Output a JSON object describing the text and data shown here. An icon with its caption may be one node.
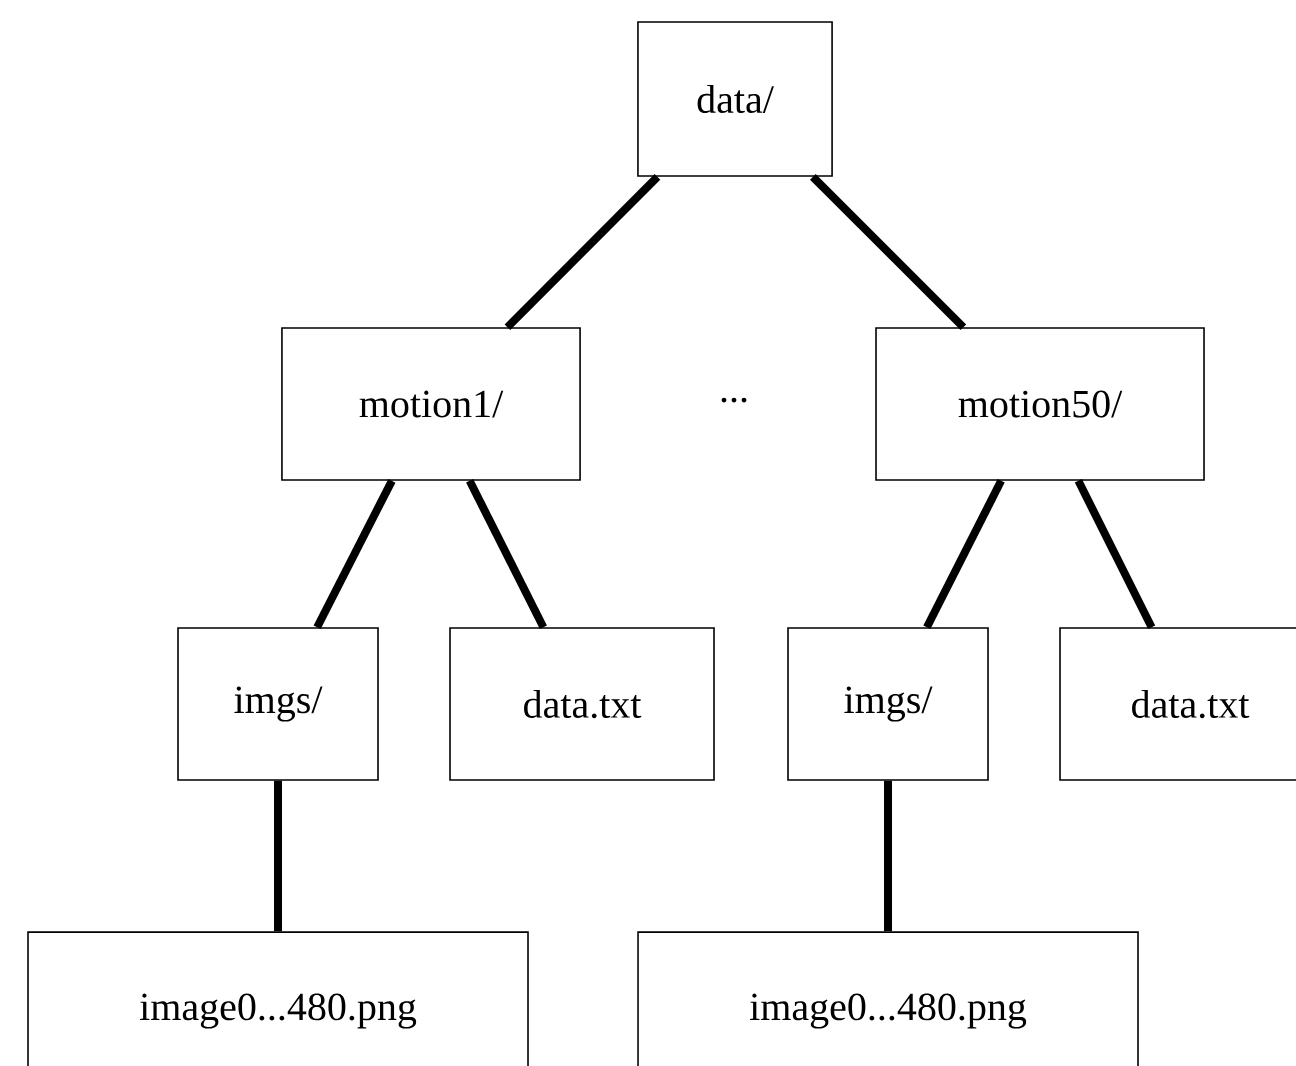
{
  "diagram": {
    "nodes": [
      {
        "text": [
          "data/"
        ]
      },
      {
        "text": [
          "motion1/"
        ]
      },
      {
        "text": [
          "motion50/"
        ]
      },
      {
        "text": [
          "imgs/"
        ]
      },
      {
        "text": [
          "data.txt"
        ]
      },
      {
        "text": [
          "imgs/"
        ]
      },
      {
        "text": [
          "data.txt"
        ]
      },
      {
        "text": [
          "image0...480.png"
        ]
      },
      {
        "text": [
          "image0...480.png"
        ]
      }
    ],
    "edges": [
      {
        "from": 0,
        "to": 1,
        "arrow": "none"
      },
      {
        "from": 0,
        "to": 2,
        "arrow": "none"
      },
      {
        "from": 1,
        "to": 3,
        "arrow": "none"
      },
      {
        "from": 1,
        "to": 4,
        "arrow": "none"
      },
      {
        "from": 2,
        "to": 5,
        "arrow": "none"
      },
      {
        "from": 2,
        "to": 6,
        "arrow": "none"
      },
      {
        "from": 3,
        "to": 7,
        "arrow": "none"
      },
      {
        "from": 5,
        "to": 8,
        "arrow": "none"
      }
    ],
    "labels": [
      "..."
    ]
  }
}
